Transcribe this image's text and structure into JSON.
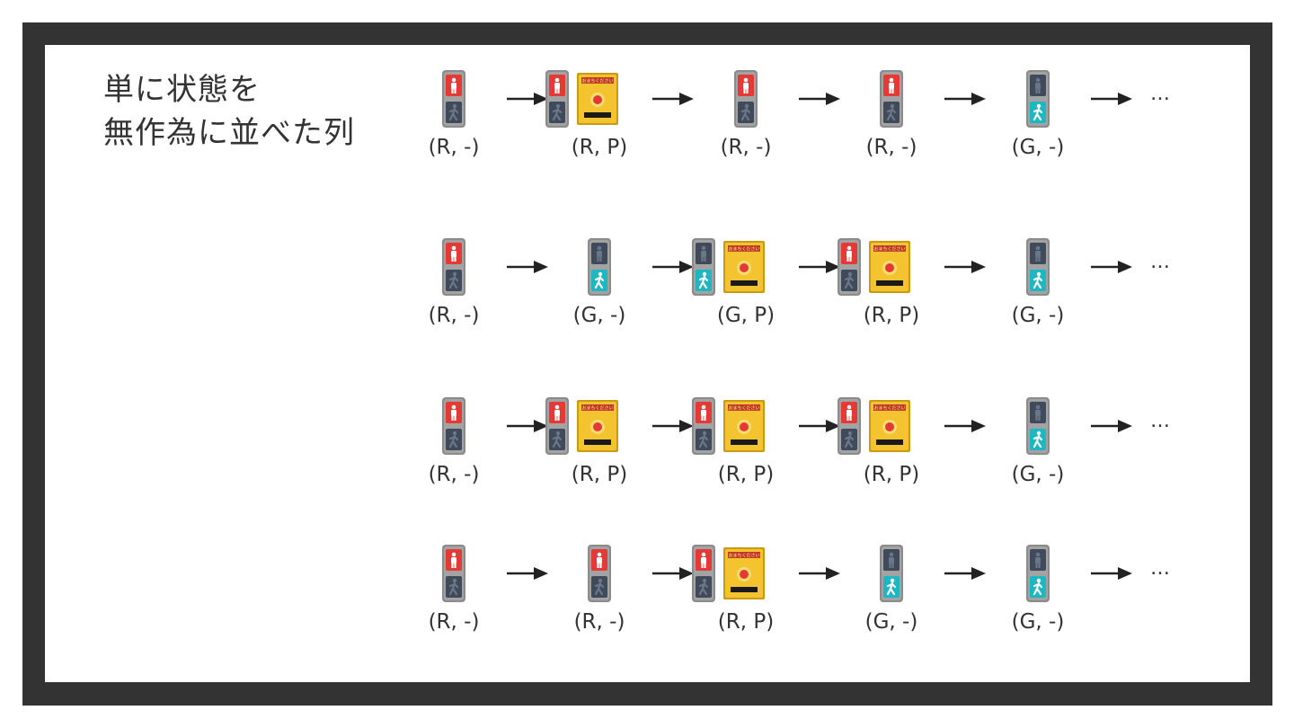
{
  "title_lines": [
    "単に状態を",
    "無作為に並べた列"
  ],
  "button_panel_text": "おまちください",
  "colors": {
    "frame": "#333333",
    "red_lamp": "#e53935",
    "green_lamp": "#1fb6c4",
    "signal_body": "#8b8b8b",
    "lamp_off": "#3f4b5a",
    "button_panel": "#f4c430",
    "button": "#e53935"
  },
  "icons": {
    "signal": "pedestrian-signal-icon",
    "button": "push-button-box-icon",
    "arrow": "right-arrow-icon"
  },
  "ellipsis": "…",
  "rows": [
    [
      {
        "label": "(R, -)",
        "signal": "R",
        "pressed": false
      },
      {
        "label": "(R, P)",
        "signal": "R",
        "pressed": true
      },
      {
        "label": "(R, -)",
        "signal": "R",
        "pressed": false
      },
      {
        "label": "(R, -)",
        "signal": "R",
        "pressed": false
      },
      {
        "label": "(G, -)",
        "signal": "G",
        "pressed": false
      }
    ],
    [
      {
        "label": "(R, -)",
        "signal": "R",
        "pressed": false
      },
      {
        "label": "(G, -)",
        "signal": "G",
        "pressed": false
      },
      {
        "label": "(G, P)",
        "signal": "G",
        "pressed": true
      },
      {
        "label": "(R, P)",
        "signal": "R",
        "pressed": true
      },
      {
        "label": "(G, -)",
        "signal": "G",
        "pressed": false
      }
    ],
    [
      {
        "label": "(R, -)",
        "signal": "R",
        "pressed": false
      },
      {
        "label": "(R, P)",
        "signal": "R",
        "pressed": true
      },
      {
        "label": "(R, P)",
        "signal": "R",
        "pressed": true
      },
      {
        "label": "(R, P)",
        "signal": "R",
        "pressed": true
      },
      {
        "label": "(G, -)",
        "signal": "G",
        "pressed": false
      }
    ],
    [
      {
        "label": "(R, -)",
        "signal": "R",
        "pressed": false
      },
      {
        "label": "(R, -)",
        "signal": "R",
        "pressed": false
      },
      {
        "label": "(R, P)",
        "signal": "R",
        "pressed": true
      },
      {
        "label": "(G, -)",
        "signal": "G",
        "pressed": false
      },
      {
        "label": "(G, -)",
        "signal": "G",
        "pressed": false
      }
    ]
  ]
}
